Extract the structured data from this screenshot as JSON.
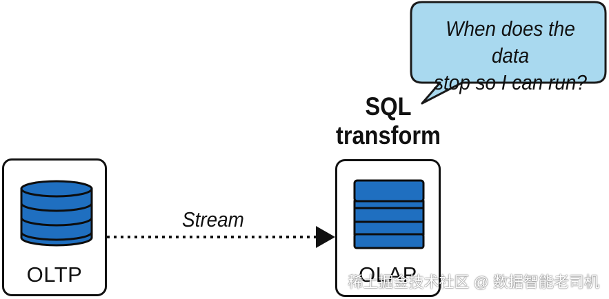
{
  "diagram": {
    "source": {
      "label": "OLTP",
      "icon": "database-cylinder-icon"
    },
    "target": {
      "label": "OLAP",
      "icon": "table-stack-icon"
    },
    "connector": {
      "label": "Stream",
      "style": "dotted-arrow"
    },
    "transform": {
      "line1": "SQL",
      "line2": "transform"
    },
    "speech_bubble": {
      "line1": "When does the data",
      "line2": "stop so I can run?"
    },
    "watermark": "稀土掘金技术社区 @ 数据智能老司机"
  },
  "colors": {
    "db_fill": "#1f6fc0",
    "db_outline": "#0d0d0d",
    "bubble_fill": "#a9d9ef",
    "bubble_outline": "#1a1a1a",
    "text": "#111111"
  }
}
